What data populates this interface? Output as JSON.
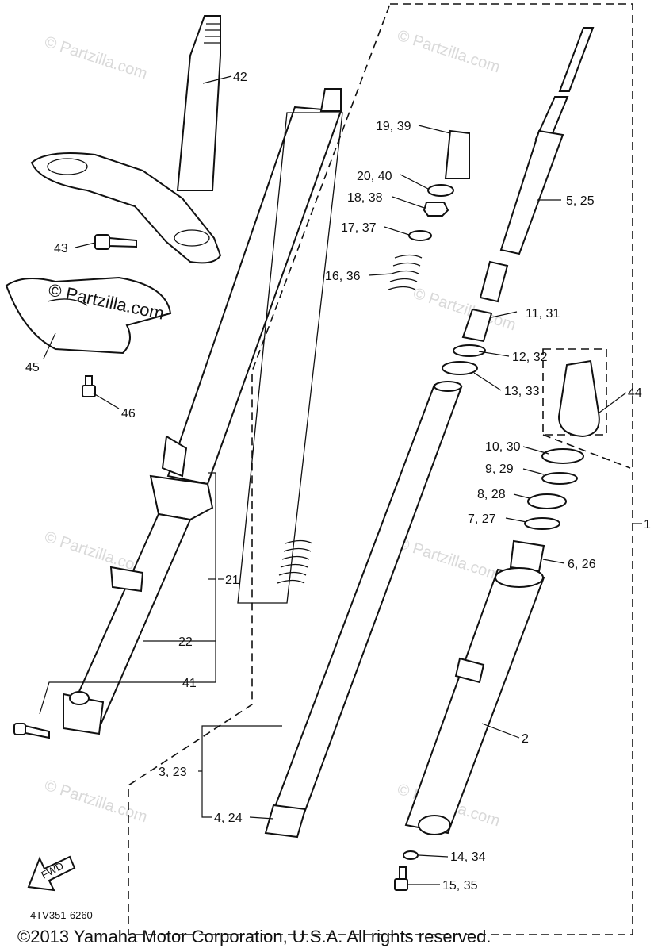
{
  "watermark": "© Partzilla.com",
  "brand_overlay": "© Partzilla.com",
  "fwd_label": "FWD",
  "diagram_code": "4TV351-6260",
  "copyright": "©2013  Yamaha Motor Corporation, U.S.A. All rights reserved.",
  "callouts": {
    "c42": "42",
    "c43": "43",
    "c45": "45",
    "c46": "46",
    "c19_39": "19, 39",
    "c20_40": "20, 40",
    "c18_38": "18, 38",
    "c17_37": "17, 37",
    "c16_36": "16, 36",
    "c5_25": "5, 25",
    "c11_31": "11, 31",
    "c12_32": "12, 32",
    "c13_33": "13, 33",
    "c44": "44",
    "c10_30": "10, 30",
    "c9_29": "9, 29",
    "c8_28": "8, 28",
    "c7_27": "7, 27",
    "c1": "1",
    "c6_26": "6, 26",
    "c21": "21",
    "c22": "22",
    "c41": "41",
    "c2": "2",
    "c3_23": "3, 23",
    "c4_24": "4, 24",
    "c14_34": "14, 34",
    "c15_35": "15, 35"
  }
}
